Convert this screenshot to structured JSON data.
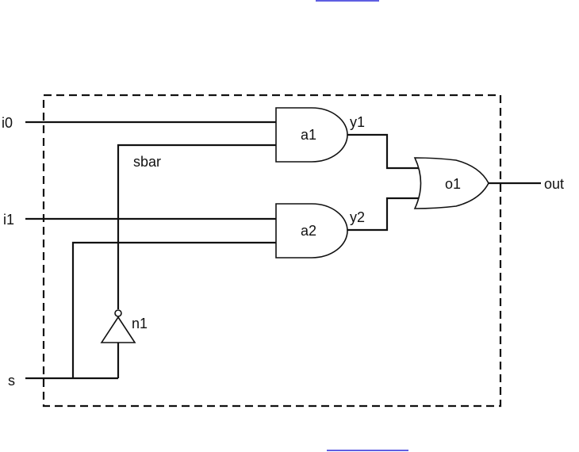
{
  "diagram": {
    "inputs": {
      "i0": "i0",
      "i1": "i1",
      "s": "s"
    },
    "output": "out",
    "nets": {
      "sbar": "sbar",
      "y1": "y1",
      "y2": "y2"
    },
    "gates": {
      "a1": "a1",
      "a2": "a2",
      "o1": "o1",
      "n1": "n1"
    }
  },
  "colors": {
    "wire": "#111111",
    "link": "#2a2ad8"
  }
}
